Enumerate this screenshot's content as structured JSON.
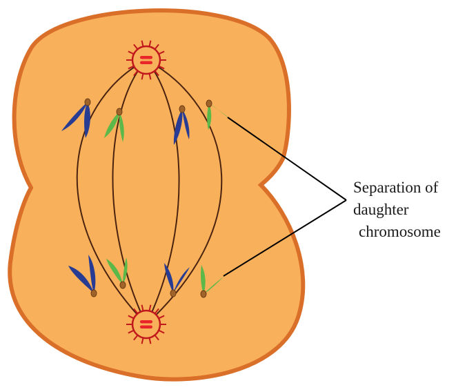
{
  "label": {
    "line1": "Separation of",
    "line2": "daughter",
    "line3": "chromosome"
  },
  "colors": {
    "cytoplasm": "#f9b05a",
    "membrane": "#d96f28",
    "spindle": "#4a2310",
    "centrosome_ray": "#c0181c",
    "centrosome_fill": "#f9b05a",
    "centriole": "#e8262a",
    "chromatid_blue": "#283c93",
    "chromatid_green": "#5cb848",
    "centromere": "#a0632a",
    "pointer": "#000000"
  }
}
